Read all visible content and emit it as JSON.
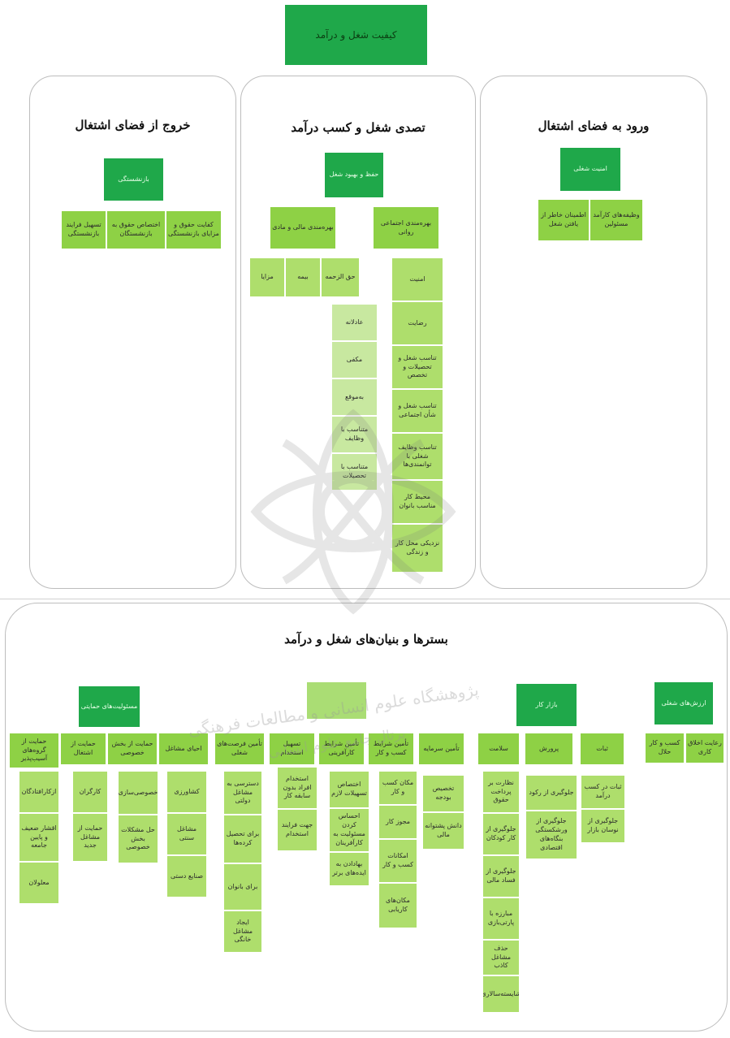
{
  "title": "کیفیت شغل و درآمد",
  "panels": {
    "exit": {
      "heading": "خروج از فضای اشتغال",
      "root": "بازنشستگی",
      "children": [
        "کفایت حقوق و مزایای بازنشستگی",
        "اختصاص حقوق به بازنشستگان",
        "تسهیل فرایند بازنشستگی"
      ]
    },
    "tenure": {
      "heading": "تصدی شغل و کسب درآمد",
      "root": "حفظ و بهبود شغل",
      "left_branch": "بهره‌مندی مالی و مادی",
      "right_branch": "بهره‌مندی اجتماعی روانی",
      "financial": [
        "حق الزحمه",
        "بیمه",
        "مزایا"
      ],
      "salary": [
        "عادلانه",
        "مکفی",
        "به‌موقع",
        "متناسب با وظایف",
        "متناسب با تحصیلات"
      ],
      "psycho": [
        "امنیت",
        "رضایت",
        "تناسب شغل و تحصیلات و تخصص",
        "تناسب شغل و شأن اجتماعی",
        "تناسب وظایف شغلی با توانمندی‌ها",
        "محیط کار مناسب بانوان",
        "نزدیکی محل کار و زندگی"
      ]
    },
    "entry": {
      "heading": "ورود به فضای اشتغال",
      "root": "امنیت شغلی",
      "children": [
        "وظیفه‌های کارآمد مسئولین",
        "اطمینان خاطر از یافتن شغل"
      ]
    }
  },
  "bottom": {
    "heading": "بسترها و بنیان‌های شغل و درآمد",
    "top_boxes": [
      "ارزش‌های شغلی",
      "بازار کار",
      "مسئولیت‌های حمایتی"
    ],
    "values": [
      "رعایت اخلاق کاری",
      "کسب و کار حلال"
    ],
    "market": {
      "headers": [
        "ثبات",
        "پرورش",
        "سلامت",
        "تأمین سرمایه",
        "تأمین شرایط کسب و کار",
        "تأمین شرایط کارآفرینی",
        "تسهیل استخدام",
        "تأمین فرصت‌های شغلی"
      ],
      "stability": [
        "ثبات در کسب درآمد",
        "جلوگیری از نوسان بازار"
      ],
      "growth": [
        "جلوگیری از رکود",
        "جلوگیری از ورشکستگی بنگاه‌های اقتصادی"
      ],
      "health": [
        "نظارت بر پرداخت حقوق",
        "جلوگیری از کار کودکان",
        "جلوگیری از فساد مالی",
        "مبارزه با پارتی‌بازی",
        "حذف مشاغل کاذب",
        "شایسته‌سالاری"
      ],
      "capital": [
        "تخصیص بودجه",
        "دانش پشتوانه مالی"
      ],
      "business": [
        "مکان کسب و کار",
        "مجوز کار",
        "امکانات کسب و کار",
        "مکان‌های کاریابی"
      ],
      "entrepreneur": [
        "اختصاص تسهیلات لازم",
        "احساس کردن مسئولیت به کارآفرینان",
        "بهادادن به ایده‌های برتر"
      ],
      "hiring": [
        "استخدام افراد بدون سابقه کار",
        "جهت فرایند استخدام"
      ],
      "opportunity": [
        "دسترسی به مشاغل دولتی",
        "برای تحصیل کرده‌ها",
        "برای بانوان",
        "ایجاد مشاغل خانگی"
      ]
    },
    "support": {
      "headers": [
        "احیای مشاغل",
        "حمایت از بخش خصوصی",
        "حمایت از اشتغال",
        "حمایت از گروه‌های آسیب‌پذیر"
      ],
      "revival": [
        "کشاورزی",
        "مشاغل سنتی",
        "صنایع دستی"
      ],
      "private": [
        "خصوصی‌سازی",
        "حل مشکلات بخش خصوصی"
      ],
      "employment": [
        "کارگران",
        "حمایت از مشاغل جدید"
      ],
      "vulnerable": [
        "ازکارافتادگان",
        "اقشار ضعیف و پایین جامعه",
        "معلولان"
      ]
    }
  },
  "watermark": [
    "پژوهشگاه علوم انسانی و مطالعات فرهنگی",
    "پرتال جامع علوم انسانی"
  ]
}
